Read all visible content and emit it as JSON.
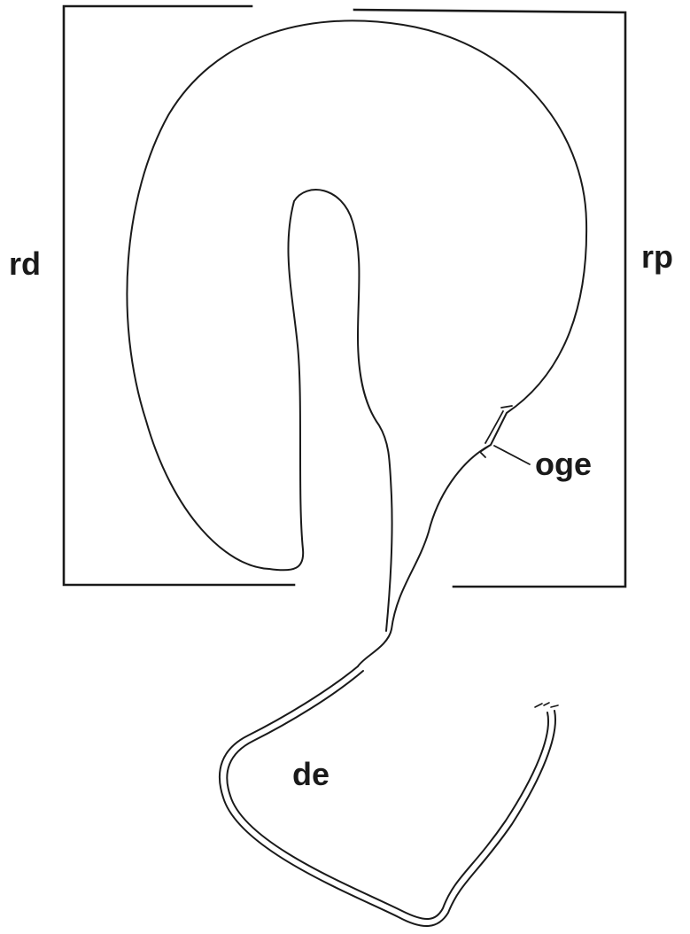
{
  "diagram": {
    "labels": {
      "rd": "rd",
      "rp": "rp",
      "oge": "oge",
      "de": "de"
    },
    "colors": {
      "ink": "#1a1a1a",
      "background": "#ffffff"
    }
  }
}
